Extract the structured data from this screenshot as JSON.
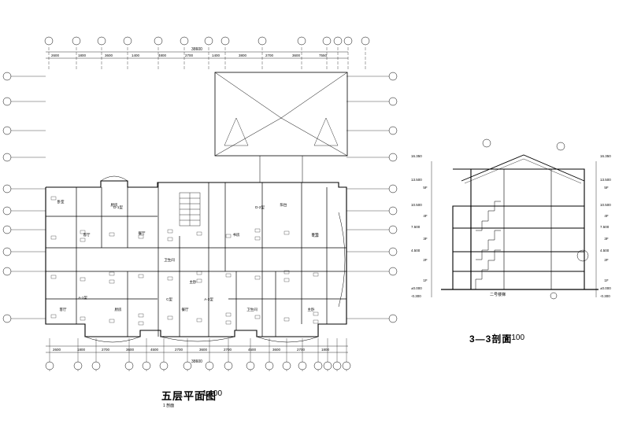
{
  "plan": {
    "title": "五层平面图",
    "scale": "1:100",
    "note": "1 剖面",
    "overall_dim": "38600",
    "axis_top": [
      "①",
      "②",
      "③",
      "④",
      "⑤",
      "⑥",
      "⑦",
      "⑧",
      "⑨",
      "⑩",
      "⑪",
      "⑫",
      "⑬",
      "⑭"
    ],
    "axis_bottom": [
      "①",
      "②",
      "③",
      "④",
      "⑤",
      "⑥",
      "⑦",
      "⑧",
      "⑨",
      "⑩",
      "⑪",
      "⑫",
      "⑬",
      "⑭",
      "⑮",
      "⑯",
      "⑰"
    ],
    "axis_side": [
      "Ⓚ",
      "Ⓙ",
      "Ⓗ",
      "Ⓖ",
      "Ⓕ",
      "Ⓔ",
      "Ⓓ",
      "Ⓒ",
      "Ⓑ",
      "Ⓐ"
    ],
    "top_dims": [
      "2600",
      "1800",
      "3600",
      "1400",
      "4800",
      "2700",
      "1400",
      "3800",
      "2700",
      "3600",
      "7550"
    ],
    "bottom_dims": [
      "2600",
      "1800",
      "2700",
      "3600",
      "4500",
      "2700",
      "3600",
      "2700",
      "4500",
      "3600",
      "2700",
      "1800"
    ],
    "room_labels": [
      "卧室",
      "客厅",
      "厨房",
      "餐厅",
      "卫生间",
      "主卧",
      "书房",
      "阳台"
    ],
    "unit_labels": [
      "D-1型",
      "D-2型",
      "A-1型",
      "A-2型",
      "C型"
    ]
  },
  "section": {
    "title": "3—3剖面",
    "scale": "1:100",
    "stair_label": "二号楼梯",
    "elevations": [
      "16.350",
      "13.500",
      "10.500",
      "7.500",
      "4.500",
      "±0.000",
      "-0.300"
    ],
    "floor_labels": [
      "5F",
      "4F",
      "3F",
      "2F",
      "1F"
    ]
  }
}
